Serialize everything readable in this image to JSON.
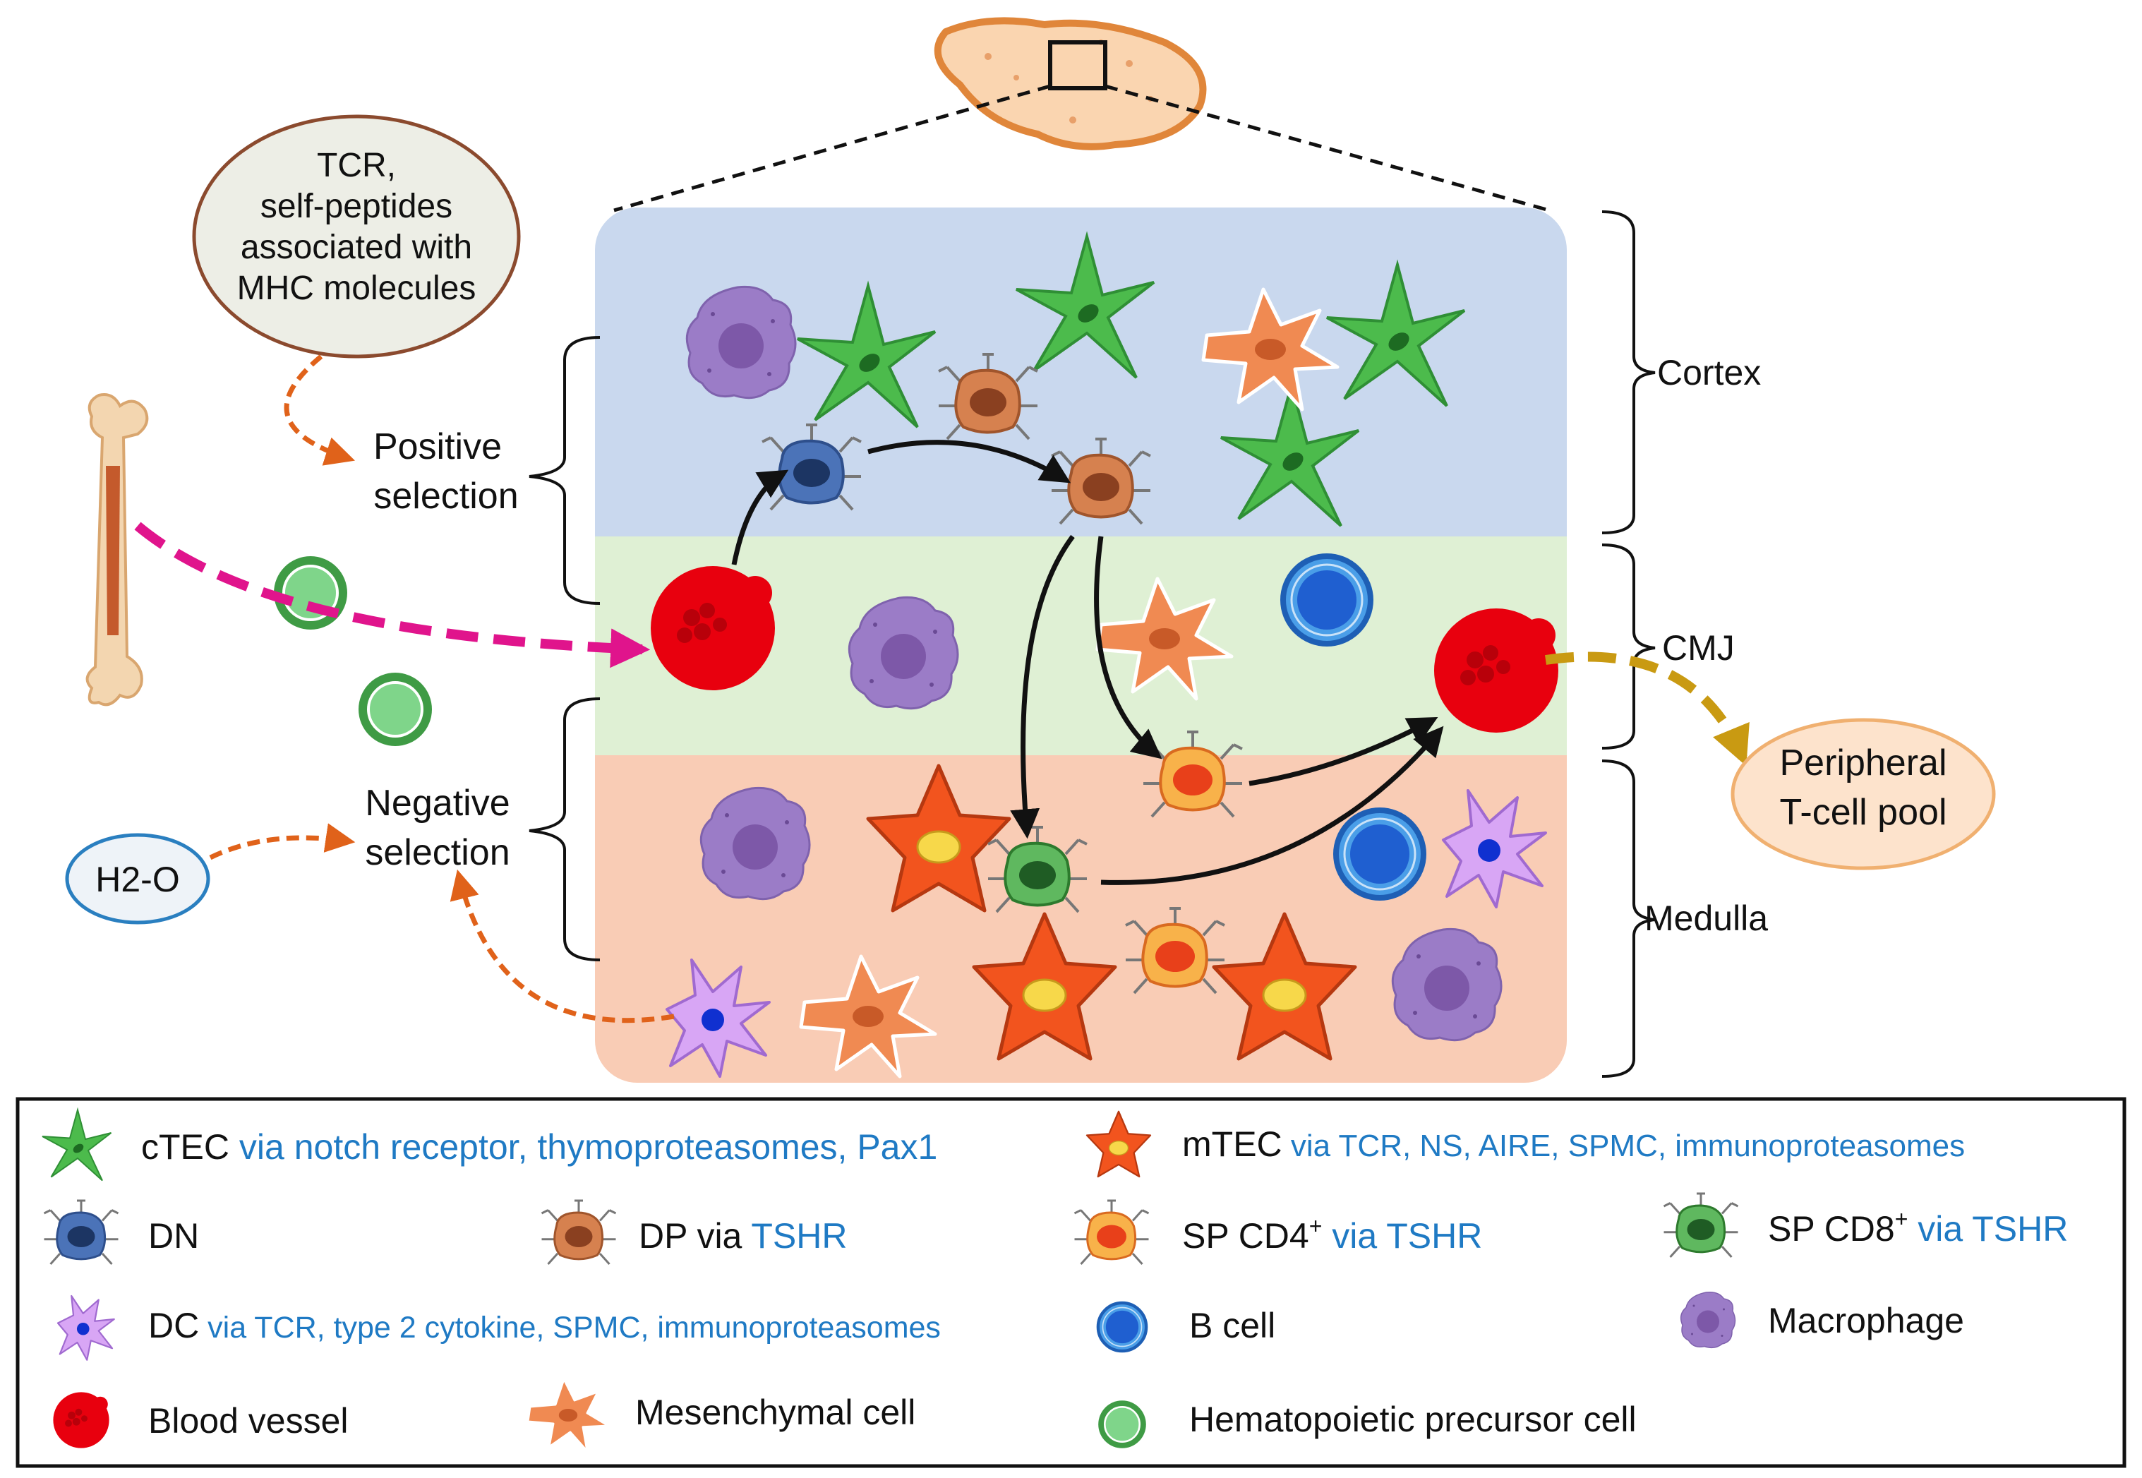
{
  "regions": {
    "cortex": "Cortex",
    "cmj": "CMJ",
    "medulla": "Medulla"
  },
  "annotations": {
    "tcr_bubble": [
      "TCR,",
      "self-peptides",
      "associated with",
      "MHC molecules"
    ],
    "positive_selection": [
      "Positive",
      "selection"
    ],
    "negative_selection": [
      "Negative",
      "selection"
    ],
    "h2o": "H2-O",
    "peripheral_pool": [
      "Peripheral",
      "T-cell  pool"
    ]
  },
  "legend": {
    "ctec": {
      "name": "cTEC",
      "note": " via notch receptor,  thymoproteasomes, Pax1"
    },
    "mtec": {
      "name": "mTEC",
      "note": " via TCR, NS, AIRE, SPMC, immunoproteasomes"
    },
    "dn": {
      "name": "DN"
    },
    "dp": {
      "name": "DP via ",
      "note": "TSHR"
    },
    "sp_cd4": {
      "name": "SP CD4",
      "sup": "+",
      "note": " via TSHR"
    },
    "sp_cd8": {
      "name": "SP CD8",
      "sup": "+",
      "note": " via TSHR"
    },
    "dc": {
      "name": "DC",
      "note": " via TCR, type 2 cytokine, SPMC, immunoproteasomes"
    },
    "b_cell": {
      "name": "B cell"
    },
    "macrophage": {
      "name": "Macrophage"
    },
    "blood_vessel": {
      "name": "Blood vessel"
    },
    "mesenchymal": {
      "name": "Mesenchymal   cell"
    },
    "hematopoietic": {
      "name": "Hematopoietic   precursor cell"
    }
  },
  "colors": {
    "cortex_bg": "#c9d8ee",
    "cmj_bg": "#dff0d4",
    "medulla_bg": "#f9ccb5",
    "ctec": "#4cbb4c",
    "mtec": "#f2541e",
    "dn": "#4b73b8",
    "dp": "#d6814f",
    "sp_cd4": "#f26a3a",
    "sp_cd8": "#3f9b3f",
    "dc": "#cf9cf0",
    "b_cell": "#1f5fd0",
    "macrophage": "#9b7cc7",
    "blood_vessel": "#e8000e",
    "mesenchymal": "#f08a52",
    "hematopoietic": "#5fbf6a",
    "note_blue": "#1f7ac4",
    "magenta_arrow": "#e0148c",
    "orange_arrow": "#e0621a",
    "gold_arrow": "#c99a12"
  }
}
